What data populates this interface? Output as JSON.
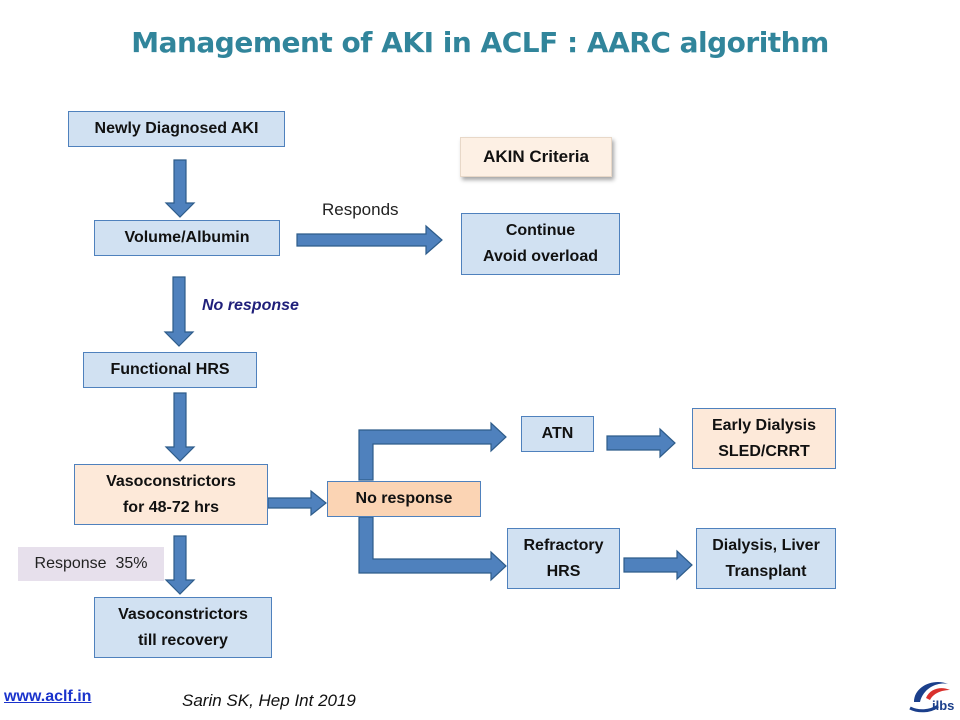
{
  "slide": {
    "title": "Management of AKI in ACLF : AARC algorithm",
    "akin_label": "AKIN Criteria",
    "responds_label": "Responds",
    "no_response_italic": "No response",
    "response_badge": "Response  35%",
    "website": "www.aclf.in",
    "citation": "Sarin SK, Hep Int 2019",
    "logo_text": "ilbs"
  },
  "boxes": {
    "newly_diagnosed": [
      "Newly Diagnosed  AKI"
    ],
    "volume_albumin": [
      "Volume/Albumin"
    ],
    "continue": [
      "Continue",
      "Avoid overload"
    ],
    "functional_hrs": [
      "Functional  HRS"
    ],
    "vasoconstrictors_72": [
      "Vasoconstrictors",
      "for 48-72 hrs"
    ],
    "no_response_box": [
      "No response"
    ],
    "atn": [
      "ATN"
    ],
    "early_dialysis": [
      "Early Dialysis",
      "SLED/CRRT"
    ],
    "refractory_hrs": [
      "Refractory",
      "HRS"
    ],
    "dialysis_transplant": [
      "Dialysis,  Liver",
      "Transplant"
    ],
    "vasoconstrictors_recovery": [
      "Vasoconstrictors",
      "till recovery"
    ]
  },
  "colors": {
    "title": "#31859b",
    "box_blue": "#d1e1f2",
    "box_peach": "#fde9d9",
    "box_orange": "#fbd4b4",
    "border": "#4f81bd",
    "arrow": "#4f81bd"
  }
}
